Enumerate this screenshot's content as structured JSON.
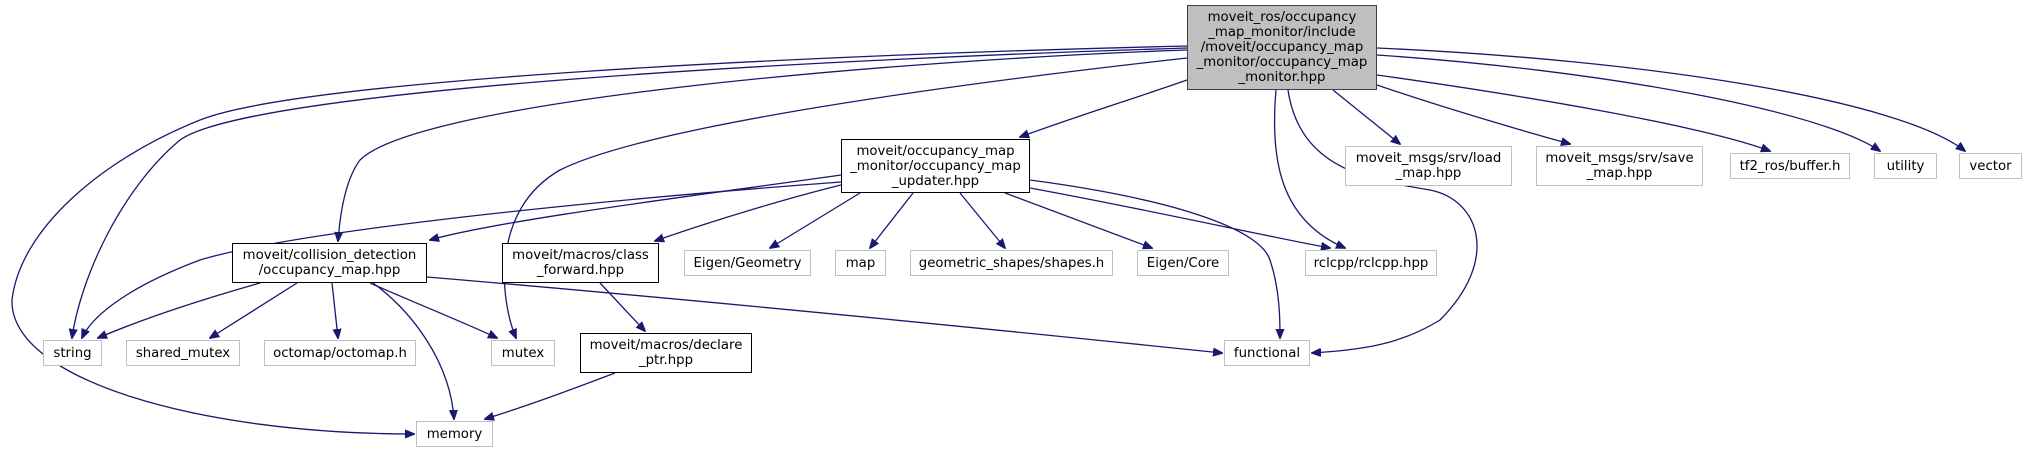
{
  "diagram": {
    "type": "include-dependency-graph",
    "edge_color": "#191970",
    "nodes": [
      {
        "id": "root",
        "label": "moveit_ros/occupancy\n_map_monitor/include\n/moveit/occupancy_map\n_monitor/occupancy_map\n_monitor.hpp",
        "kind": "root"
      },
      {
        "id": "updater",
        "label": "moveit/occupancy_map\n_monitor/occupancy_map\n_updater.hpp",
        "kind": "local"
      },
      {
        "id": "collision",
        "label": "moveit/collision_detection\n/occupancy_map.hpp",
        "kind": "local"
      },
      {
        "id": "class_forward",
        "label": "moveit/macros/class\n_forward.hpp",
        "kind": "local"
      },
      {
        "id": "declare_ptr",
        "label": "moveit/macros/declare\n_ptr.hpp",
        "kind": "local"
      },
      {
        "id": "eigen_geometry",
        "label": "Eigen/Geometry",
        "kind": "external"
      },
      {
        "id": "map",
        "label": "map",
        "kind": "external"
      },
      {
        "id": "shapes",
        "label": "geometric_shapes/shapes.h",
        "kind": "external"
      },
      {
        "id": "eigen_core",
        "label": "Eigen/Core",
        "kind": "external"
      },
      {
        "id": "rclcpp",
        "label": "rclcpp/rclcpp.hpp",
        "kind": "external"
      },
      {
        "id": "load_map",
        "label": "moveit_msgs/srv/load\n_map.hpp",
        "kind": "external"
      },
      {
        "id": "save_map",
        "label": "moveit_msgs/srv/save\n_map.hpp",
        "kind": "external"
      },
      {
        "id": "tf2_buffer",
        "label": "tf2_ros/buffer.h",
        "kind": "external"
      },
      {
        "id": "utility",
        "label": "utility",
        "kind": "external"
      },
      {
        "id": "vector",
        "label": "vector",
        "kind": "external"
      },
      {
        "id": "string",
        "label": "string",
        "kind": "external"
      },
      {
        "id": "shared_mutex",
        "label": "shared_mutex",
        "kind": "external"
      },
      {
        "id": "octomap",
        "label": "octomap/octomap.h",
        "kind": "external"
      },
      {
        "id": "mutex",
        "label": "mutex",
        "kind": "external"
      },
      {
        "id": "functional",
        "label": "functional",
        "kind": "external"
      },
      {
        "id": "memory",
        "label": "memory",
        "kind": "external"
      }
    ],
    "edges": [
      [
        "root",
        "updater"
      ],
      [
        "root",
        "collision"
      ],
      [
        "root",
        "string"
      ],
      [
        "root",
        "memory"
      ],
      [
        "root",
        "mutex"
      ],
      [
        "root",
        "rclcpp"
      ],
      [
        "root",
        "functional"
      ],
      [
        "root",
        "load_map"
      ],
      [
        "root",
        "save_map"
      ],
      [
        "root",
        "tf2_buffer"
      ],
      [
        "root",
        "utility"
      ],
      [
        "root",
        "vector"
      ],
      [
        "updater",
        "collision"
      ],
      [
        "updater",
        "string"
      ],
      [
        "updater",
        "class_forward"
      ],
      [
        "updater",
        "eigen_geometry"
      ],
      [
        "updater",
        "map"
      ],
      [
        "updater",
        "shapes"
      ],
      [
        "updater",
        "eigen_core"
      ],
      [
        "updater",
        "rclcpp"
      ],
      [
        "updater",
        "functional"
      ],
      [
        "collision",
        "string"
      ],
      [
        "collision",
        "shared_mutex"
      ],
      [
        "collision",
        "octomap"
      ],
      [
        "collision",
        "mutex"
      ],
      [
        "collision",
        "memory"
      ],
      [
        "collision",
        "functional"
      ],
      [
        "class_forward",
        "declare_ptr"
      ],
      [
        "declare_ptr",
        "memory"
      ]
    ]
  }
}
